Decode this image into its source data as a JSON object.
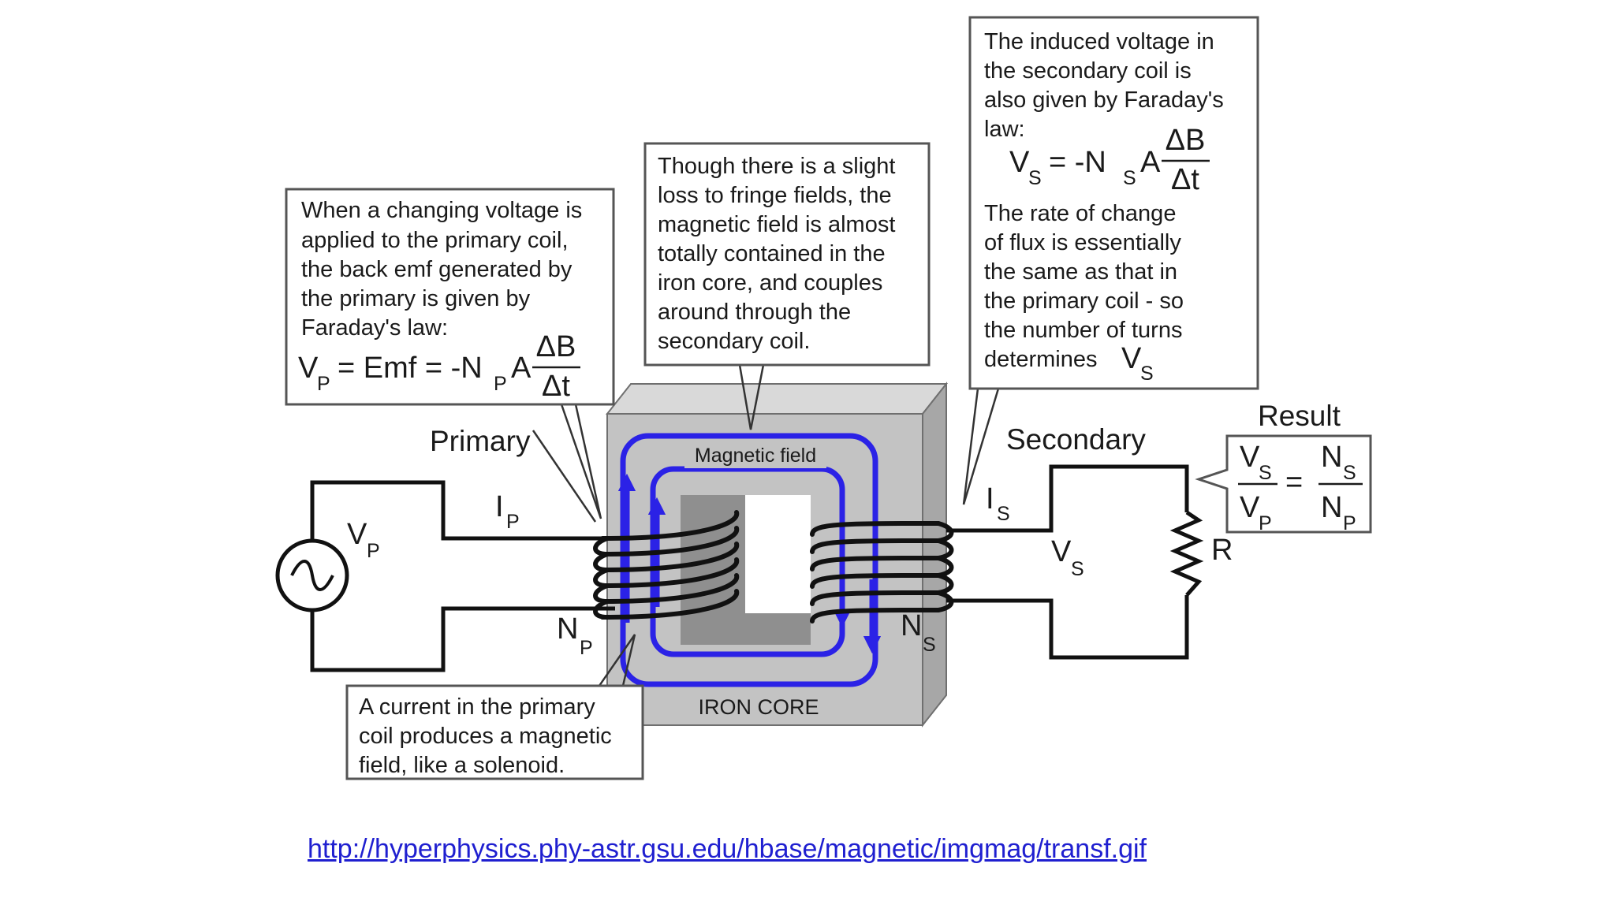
{
  "captions": {
    "primary_lines": [
      "When a changing voltage is",
      "applied to the primary coil,",
      "the back emf generated by",
      "the primary is given by",
      "Faraday's law:"
    ],
    "core_lines": [
      "Though there is a slight",
      "loss to fringe fields, the",
      "magnetic field is almost",
      "totally contained in the",
      "iron core, and couples",
      "around through the",
      "secondary coil."
    ],
    "secondary_top_lines": [
      "The induced voltage in",
      "the secondary coil is",
      "also given by Faraday's",
      "law:"
    ],
    "secondary_bottom_lines": [
      "The rate of change",
      "of flux is essentially",
      "the same as that in",
      "the primary coil - so",
      "the number of turns",
      "determines"
    ],
    "solenoid_lines": [
      "A current in the primary",
      "coil produces a magnetic",
      "field, like a solenoid."
    ]
  },
  "equations": {
    "primary": {
      "lhs": "V",
      "lhs_sub": "P",
      "mid": "= Emf = -N",
      "mid_sub": "P",
      "factor": "A",
      "num": "ΔB",
      "den": "Δt"
    },
    "secondary": {
      "lhs": "V",
      "lhs_sub": "S",
      "mid": "=  -N",
      "mid_sub": "S",
      "factor": "A",
      "num": "ΔB",
      "den": "Δt"
    },
    "determines": {
      "sym": "V",
      "sub": "S"
    },
    "result": {
      "title": "Result",
      "lhs_num": "V",
      "lhs_num_sub": "S",
      "lhs_den": "V",
      "lhs_den_sub": "P",
      "equals": "=",
      "rhs_num": "N",
      "rhs_num_sub": "S",
      "rhs_den": "N",
      "rhs_den_sub": "P"
    }
  },
  "labels": {
    "primary": "Primary",
    "secondary": "Secondary",
    "magnetic_field": "Magnetic field",
    "iron_core": "IRON CORE",
    "vp": "V",
    "vp_sub": "P",
    "ip": "I",
    "ip_sub": "P",
    "np": "N",
    "np_sub": "P",
    "is": "I",
    "is_sub": "S",
    "vs": "V",
    "vs_sub": "S",
    "ns": "N",
    "ns_sub": "S",
    "r": "R"
  },
  "source_url": "http://hyperphysics.phy-astr.gsu.edu/hbase/magnetic/imgmag/transf.gif",
  "colors": {
    "flux": "#2b22e6",
    "core_front": "#c3c3c3",
    "core_side": "#a7a7a7",
    "core_top": "#d9d9d9",
    "window_shadow": "#8f8f8f",
    "link": "#1f1fd0"
  }
}
